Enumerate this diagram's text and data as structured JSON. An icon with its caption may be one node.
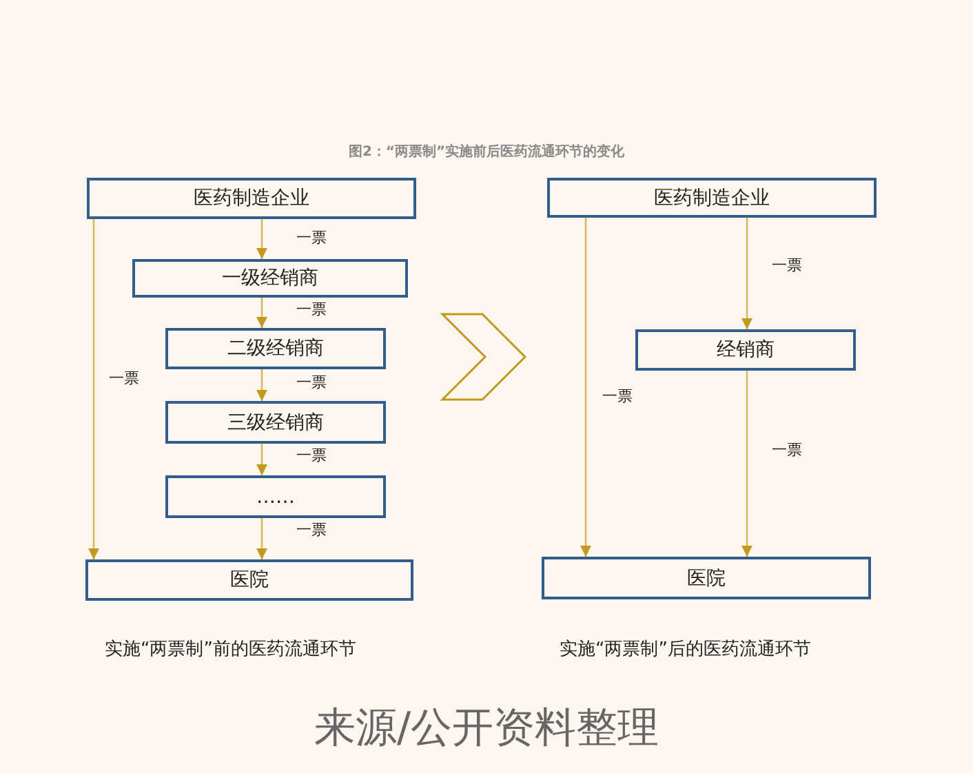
{
  "diagram": {
    "title": "图2：“两票制”实施前后医药流通环节的变化",
    "caption": "来源/公开资料整理",
    "nodes": [
      {
        "text": [
          "医药制造企业"
        ]
      },
      {
        "text": [
          "一级经销商"
        ]
      },
      {
        "text": [
          "二级经销商"
        ]
      },
      {
        "text": [
          "三级经销商"
        ]
      },
      {
        "text": [
          "……"
        ]
      },
      {
        "text": [
          "医院"
        ]
      },
      {
        "text": [
          "医药制造企业"
        ]
      },
      {
        "text": [
          "经销商"
        ]
      },
      {
        "text": [
          "医院"
        ]
      }
    ],
    "edges": [
      {
        "from": 0,
        "to": 1,
        "arrow": "to",
        "label": "一票"
      },
      {
        "from": 1,
        "to": 2,
        "arrow": "to",
        "label": "一票"
      },
      {
        "from": 2,
        "to": 3,
        "arrow": "to",
        "label": "一票"
      },
      {
        "from": 3,
        "to": 4,
        "arrow": "to",
        "label": "一票"
      },
      {
        "from": 4,
        "to": 5,
        "arrow": "to",
        "label": "一票"
      },
      {
        "from": 0,
        "to": 5,
        "arrow": "to",
        "label": "一票"
      },
      {
        "from": 6,
        "to": 7,
        "arrow": "to",
        "label": "一票"
      },
      {
        "from": 7,
        "to": 8,
        "arrow": "to",
        "label": "一票"
      },
      {
        "from": 6,
        "to": 8,
        "arrow": "to",
        "label": "一票"
      }
    ],
    "labels": [
      "实施“两票制”前的医药流通环节",
      "实施“两票制”后的医药流通环节"
    ]
  }
}
